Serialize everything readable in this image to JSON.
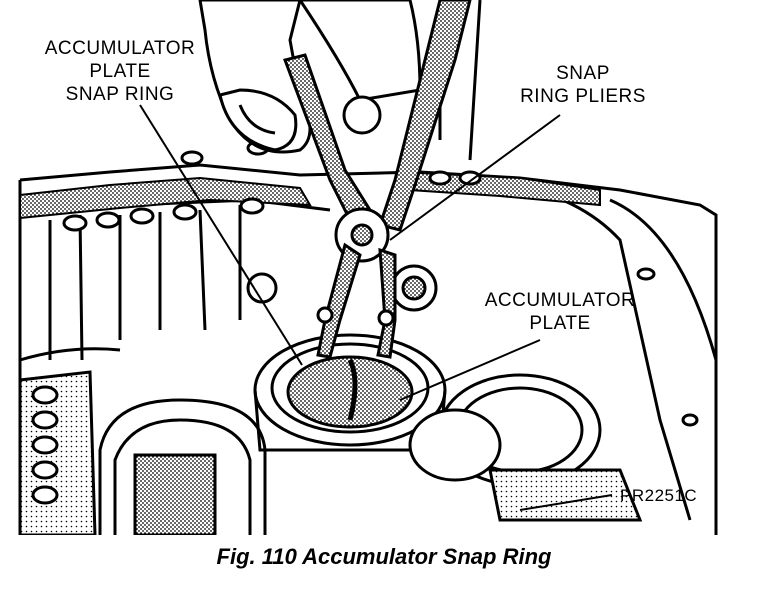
{
  "figure": {
    "callouts": {
      "accumulator_plate_snap_ring": [
        "ACCUMULATOR",
        "PLATE",
        "SNAP RING"
      ],
      "snap_ring_pliers": [
        "SNAP",
        "RING PLIERS"
      ],
      "accumulator_plate": [
        "ACCUMULATOR",
        "PLATE"
      ]
    },
    "part_code": "PR2251C",
    "caption": "Fig. 110 Accumulator Snap Ring"
  }
}
